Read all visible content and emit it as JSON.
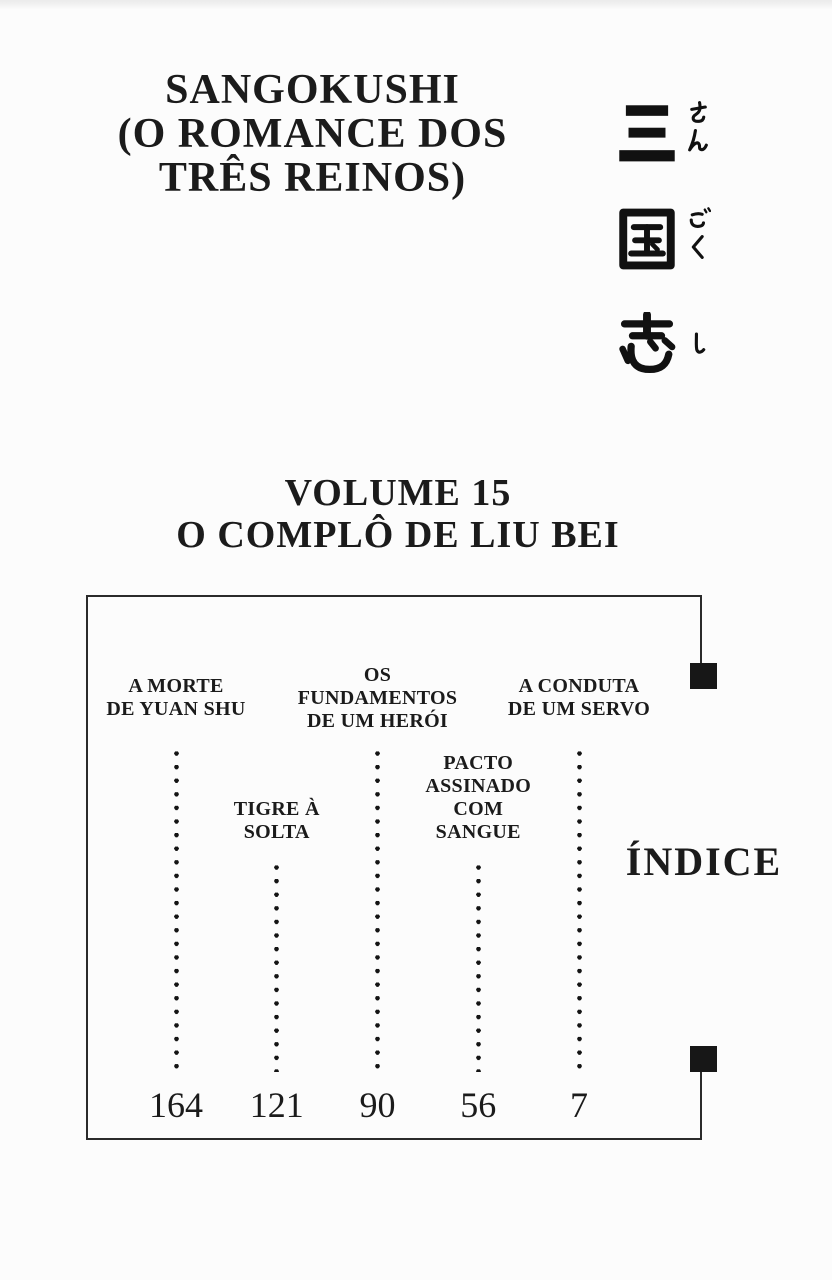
{
  "series_title_lines": [
    "SANGOKUSHI",
    "(O ROMANCE DOS",
    "TRÊS REINOS)"
  ],
  "japanese_title": {
    "kanji": "三国志",
    "furigana": "さんごくし",
    "pairs": [
      {
        "kanji": "三",
        "furigana": "さん"
      },
      {
        "kanji": "国",
        "furigana": "ごく"
      },
      {
        "kanji": "志",
        "furigana": "し"
      }
    ]
  },
  "volume_title": {
    "line1": "VOLUME 15",
    "line2": "O COMPLÔ DE LIU BEI"
  },
  "index_label": "ÍNDICE",
  "toc_entries": [
    {
      "title_lines": [
        "A MORTE",
        "DE YUAN SHU"
      ],
      "page": "164"
    },
    {
      "title_lines": [
        "TIGRE À",
        "SOLTA"
      ],
      "page": "121"
    },
    {
      "title_lines": [
        "OS",
        "FUNDAMENTOS",
        "DE UM HERÓI"
      ],
      "page": "90"
    },
    {
      "title_lines": [
        "PACTO",
        "ASSINADO",
        "COM",
        "SANGUE"
      ],
      "page": "56"
    },
    {
      "title_lines": [
        "A CONDUTA",
        "DE UM SERVO"
      ],
      "page": "7"
    }
  ],
  "colors": {
    "ink": "#1b1b1b",
    "paper": "#fcfcfc",
    "line": "#2b2b2b"
  }
}
